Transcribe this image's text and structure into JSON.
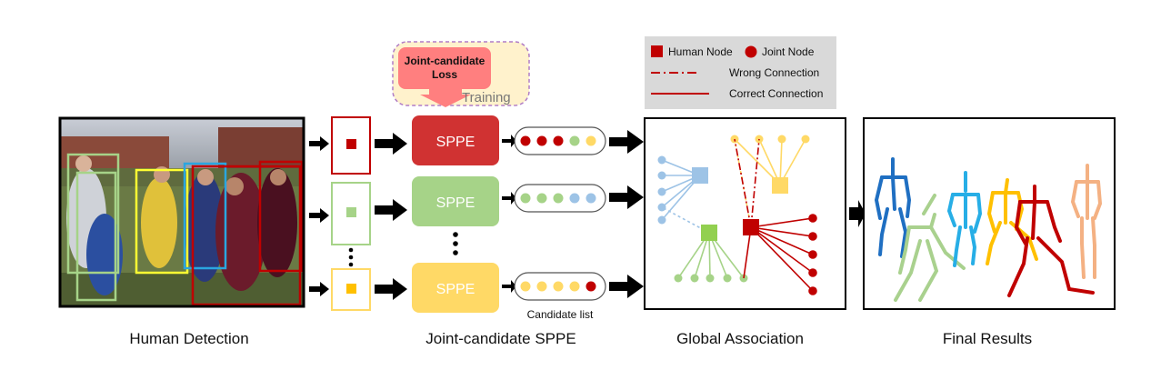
{
  "stages": {
    "detection": "Human Detection",
    "sppe": "Joint-candidate SPPE",
    "association": "Global Association",
    "results": "Final Results"
  },
  "loss_box": {
    "line1": "Joint-candidate",
    "line2": "Loss",
    "training": "Training"
  },
  "sppe_modules": [
    {
      "label": "SPPE",
      "color": "#d03232"
    },
    {
      "label": "SPPE",
      "color": "#a6d388"
    },
    {
      "label": "SPPE",
      "color": "#ffd966"
    }
  ],
  "candidate_list_label": "Candidate list",
  "legend": {
    "human_node": "Human Node",
    "joint_node": "Joint Node",
    "wrong": "Wrong Connection",
    "correct": "Correct Connection"
  },
  "colors": {
    "red": "#c00000",
    "green": "#a6d388",
    "yellow": "#ffd966",
    "blue": "#9dc3e6",
    "loss_pink": "#ff7f7f"
  },
  "photo_description_icon": "rugby-photo"
}
